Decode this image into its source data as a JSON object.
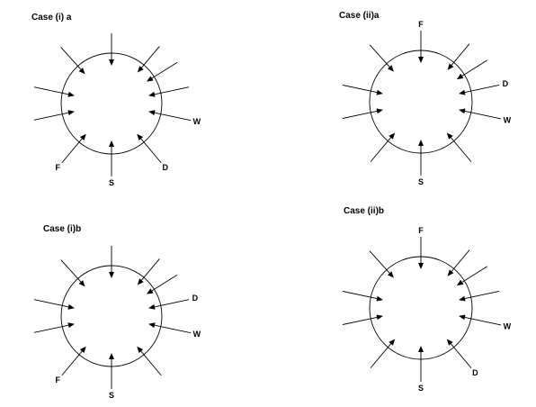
{
  "diagrams": [
    {
      "title": "Case (i) a",
      "arrows": [
        "N",
        "NE",
        "NE2",
        "E1",
        "E2",
        "SE",
        "S",
        "SW",
        "W2",
        "W1",
        "NW"
      ],
      "labels": [
        {
          "text": "W",
          "anchor": "E2"
        },
        {
          "text": "D",
          "anchor": "SE"
        },
        {
          "text": "S",
          "anchor": "S"
        },
        {
          "text": "F",
          "anchor": "SW"
        }
      ]
    },
    {
      "title": "Case (ii)a",
      "arrows": [
        "N",
        "NE",
        "NE2",
        "E1",
        "E2",
        "SE",
        "S",
        "SW",
        "W2",
        "W1",
        "NW"
      ],
      "labels": [
        {
          "text": "F",
          "anchor": "N"
        },
        {
          "text": "D",
          "anchor": "E1"
        },
        {
          "text": "W",
          "anchor": "E2"
        },
        {
          "text": "S",
          "anchor": "S"
        }
      ]
    },
    {
      "title": "Case (i)b",
      "arrows": [
        "N",
        "NE",
        "NE2",
        "E1",
        "E2",
        "SE",
        "S",
        "SW",
        "W2",
        "W1",
        "NW"
      ],
      "labels": [
        {
          "text": "D",
          "anchor": "E1"
        },
        {
          "text": "W",
          "anchor": "E2"
        },
        {
          "text": "S",
          "anchor": "S"
        },
        {
          "text": "F",
          "anchor": "SW"
        }
      ]
    },
    {
      "title": "Case (ii)b",
      "arrows": [
        "N",
        "NE",
        "NE2",
        "E1",
        "E2",
        "SE",
        "S",
        "SW",
        "W2",
        "W1",
        "NW"
      ],
      "labels": [
        {
          "text": "F",
          "anchor": "N"
        },
        {
          "text": "W",
          "anchor": "E2"
        },
        {
          "text": "D",
          "anchor": "SE"
        },
        {
          "text": "S",
          "anchor": "S"
        }
      ]
    }
  ]
}
